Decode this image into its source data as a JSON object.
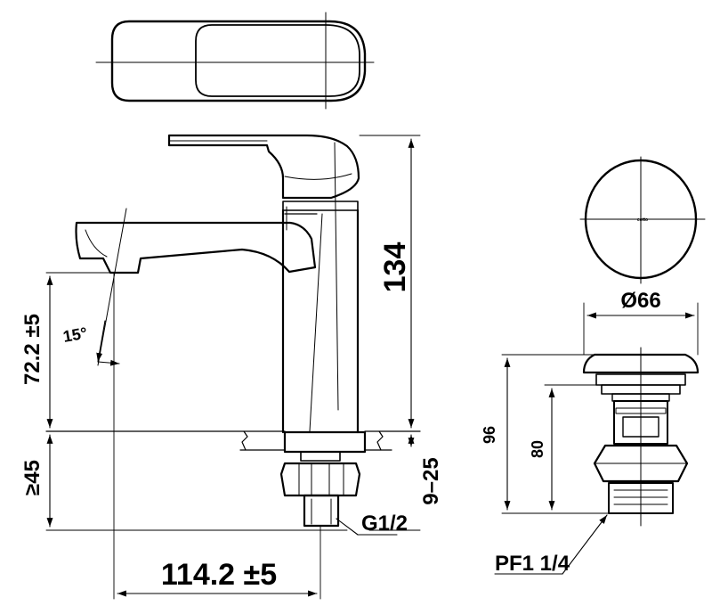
{
  "dimensions": {
    "total_height": "134",
    "spout_height": "72.2 ±5",
    "spout_angle": "15°",
    "counter_thickness": "≥45",
    "mounting_range": "9–25",
    "thread_size": "G1/2",
    "spout_reach": "114.2 ±5"
  },
  "waste": {
    "diameter": "Ø66",
    "total_height": "96",
    "body_height": "80",
    "thread_size": "PF1 1/4",
    "brand_logo": "cotto"
  }
}
